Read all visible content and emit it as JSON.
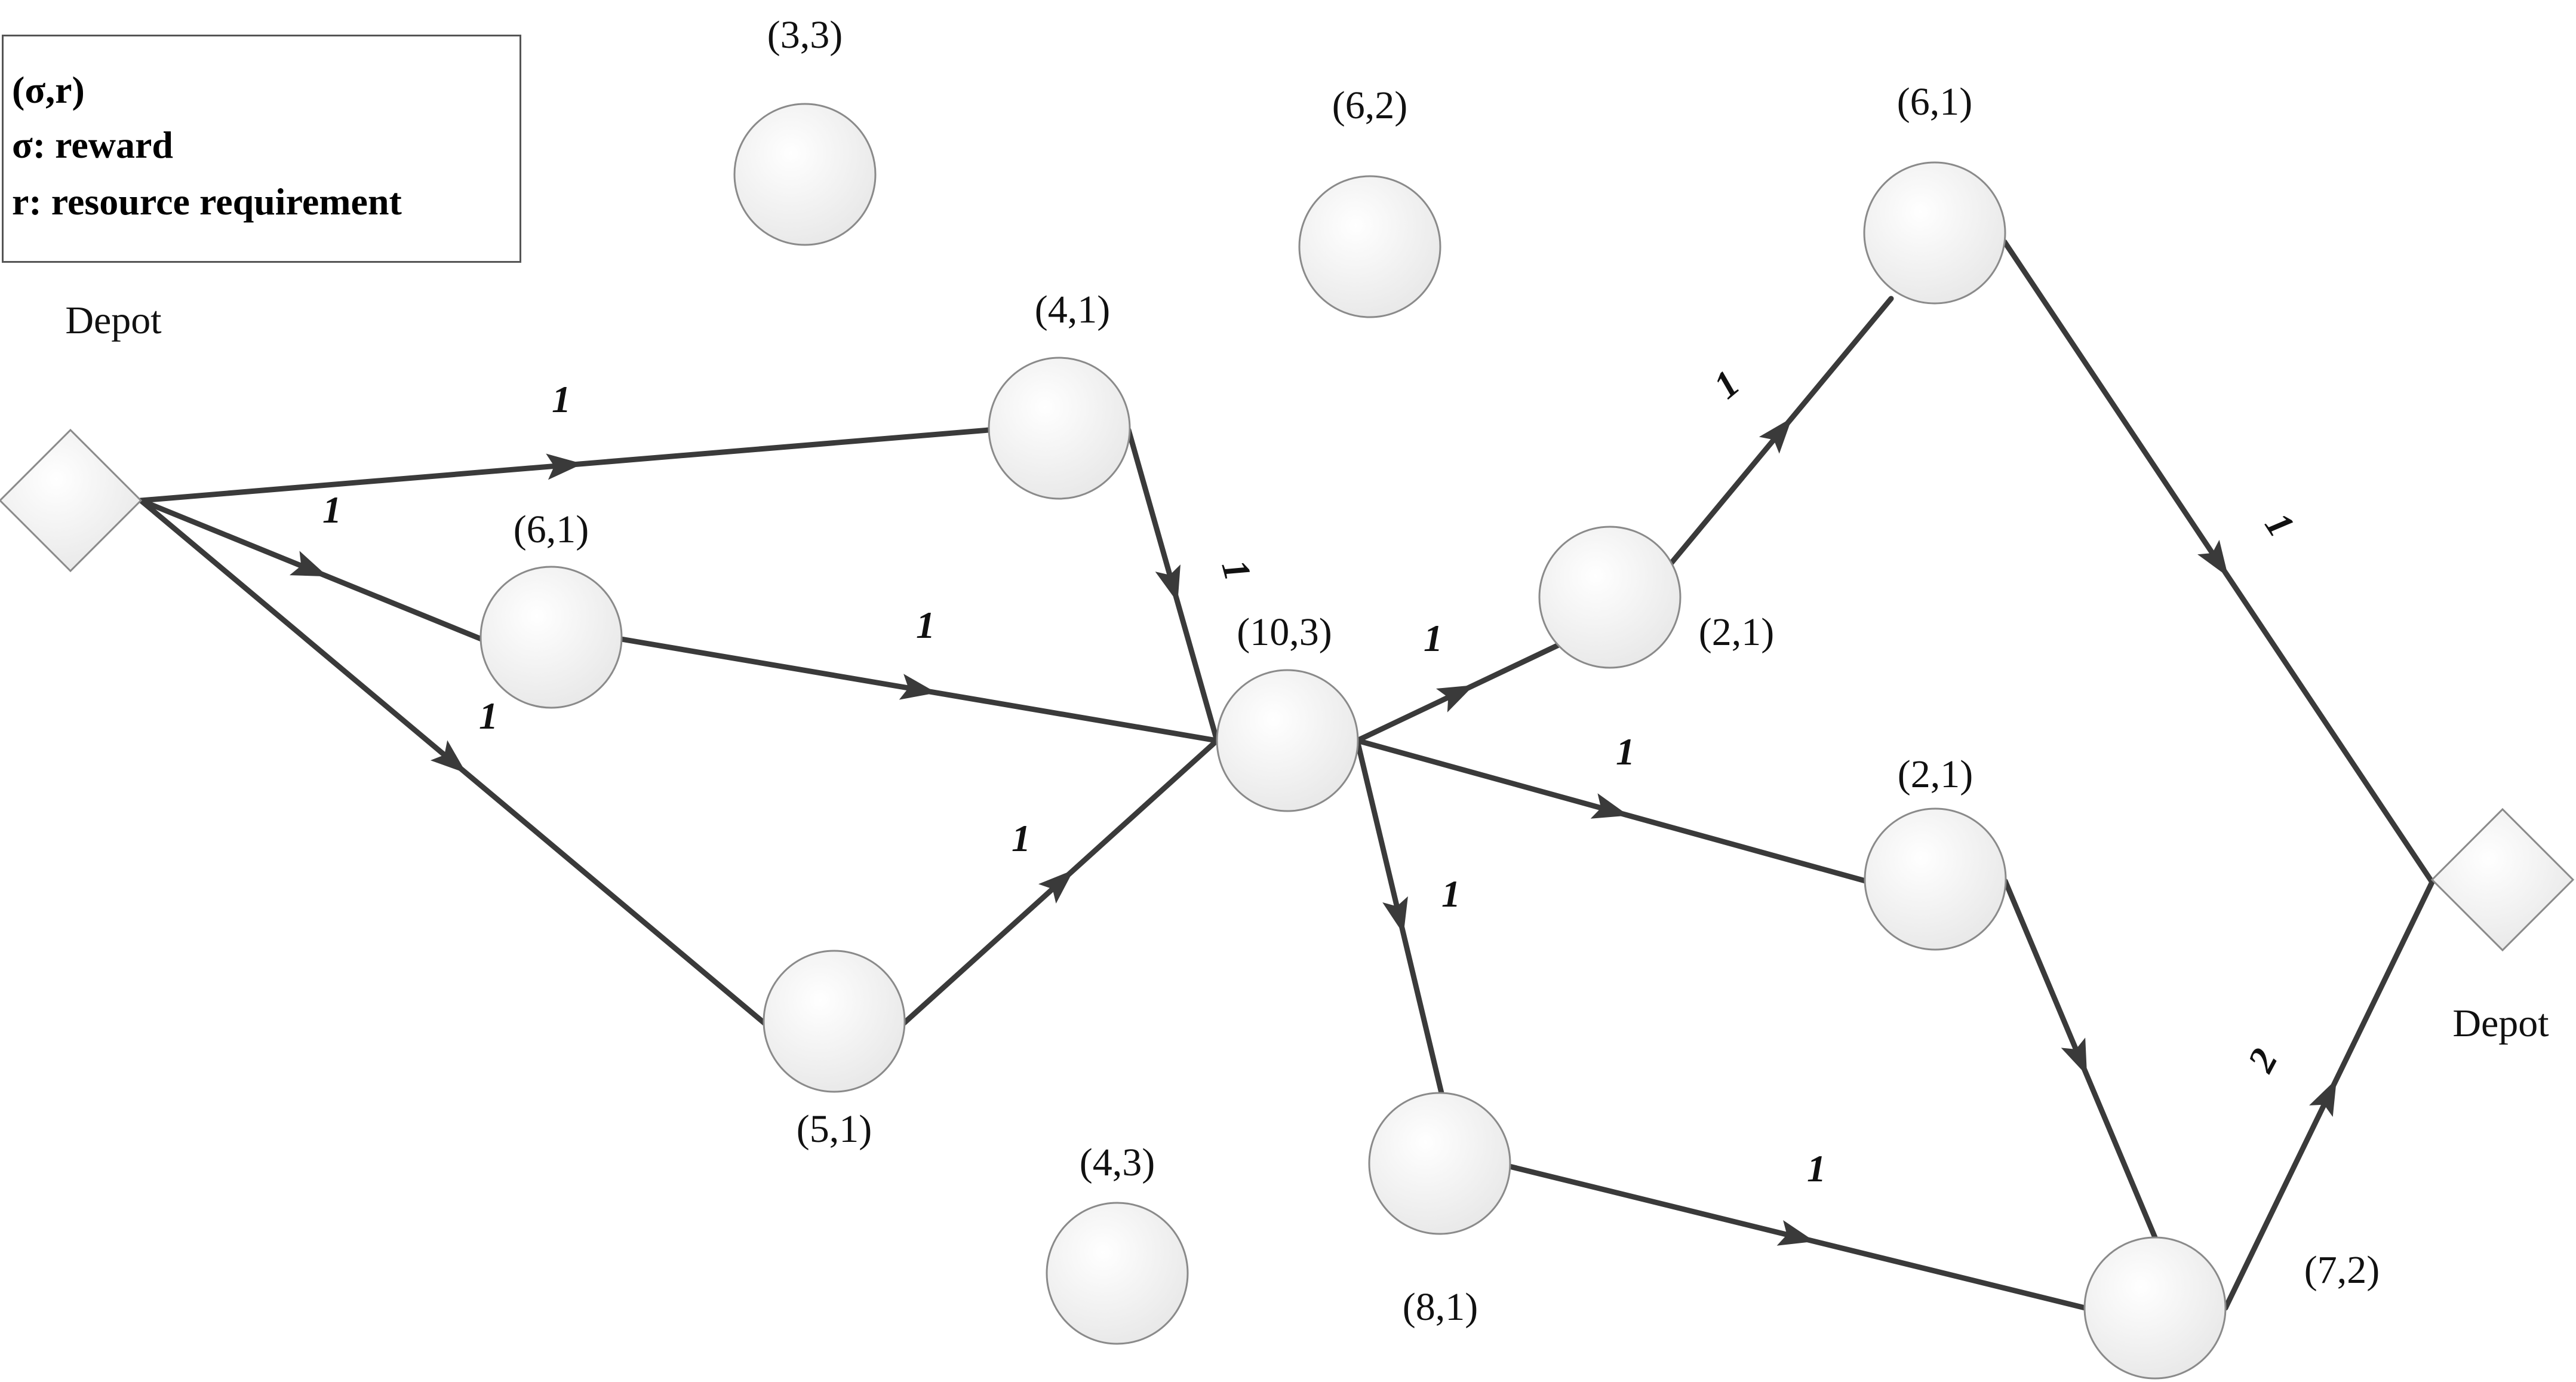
{
  "legend": {
    "title": "(σ,r)",
    "sigma_line": "σ: reward",
    "r_line": "r: resource requirement"
  },
  "depots": [
    {
      "id": "depot_start",
      "label": "Depot"
    },
    {
      "id": "depot_end",
      "label": "Depot"
    }
  ],
  "nodes": [
    {
      "id": "n33",
      "label": "(3,3)"
    },
    {
      "id": "n62",
      "label": "(6,2)"
    },
    {
      "id": "n61_top",
      "label": "(6,1)"
    },
    {
      "id": "n41",
      "label": "(4,1)"
    },
    {
      "id": "n61_left",
      "label": "(6,1)"
    },
    {
      "id": "n103",
      "label": "(10,3)"
    },
    {
      "id": "n21_upper",
      "label": "(2,1)"
    },
    {
      "id": "n21_lower",
      "label": "(2,1)"
    },
    {
      "id": "n51",
      "label": "(5,1)"
    },
    {
      "id": "n43",
      "label": "(4,3)"
    },
    {
      "id": "n81",
      "label": "(8,1)"
    },
    {
      "id": "n72",
      "label": "(7,2)"
    }
  ],
  "edges": [
    {
      "from": "depot_start",
      "to": "n41",
      "label": "1"
    },
    {
      "from": "depot_start",
      "to": "n61_left",
      "label": "1"
    },
    {
      "from": "depot_start",
      "to": "n51",
      "label": "1"
    },
    {
      "from": "n41",
      "to": "n103",
      "label": "1"
    },
    {
      "from": "n61_left",
      "to": "n103",
      "label": "1"
    },
    {
      "from": "n51",
      "to": "n103",
      "label": "1"
    },
    {
      "from": "n103",
      "to": "n21_upper",
      "label": "1"
    },
    {
      "from": "n103",
      "to": "n21_lower",
      "label": "1"
    },
    {
      "from": "n103",
      "to": "n81",
      "label": "1"
    },
    {
      "from": "n21_upper",
      "to": "n61_top",
      "label": "1"
    },
    {
      "from": "n61_top",
      "to": "depot_end",
      "label": "1"
    },
    {
      "from": "n21_lower",
      "to": "n72",
      "label": ""
    },
    {
      "from": "n81",
      "to": "n72",
      "label": "1"
    },
    {
      "from": "n72",
      "to": "depot_end",
      "label": "2"
    }
  ],
  "colors": {
    "edge": "#3a3a3a",
    "node_fill": "#f2f2f2",
    "node_stroke": "#8a8a8a"
  }
}
